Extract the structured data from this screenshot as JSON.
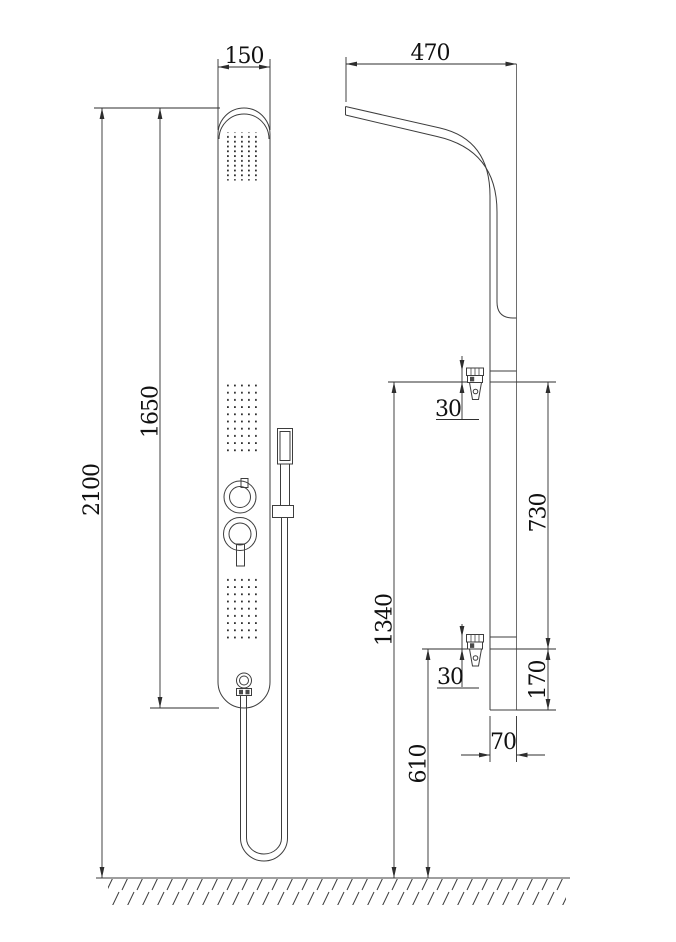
{
  "colors": {
    "background": "#ffffff",
    "line": "#3d3d3d",
    "dimension_line": "#2e2e2e",
    "text": "#111111"
  },
  "dimensions": {
    "panel_width": "150",
    "arm_reach": "470",
    "total_height": "2100",
    "panel_length": "1650",
    "upper_bracket_height": "1340",
    "bracket_spacing": "730",
    "upper_bracket_offset": "30",
    "lower_bracket_offset": "30",
    "lower_bracket_to_bottom": "170",
    "lower_bracket_height": "610",
    "column_depth": "70"
  }
}
